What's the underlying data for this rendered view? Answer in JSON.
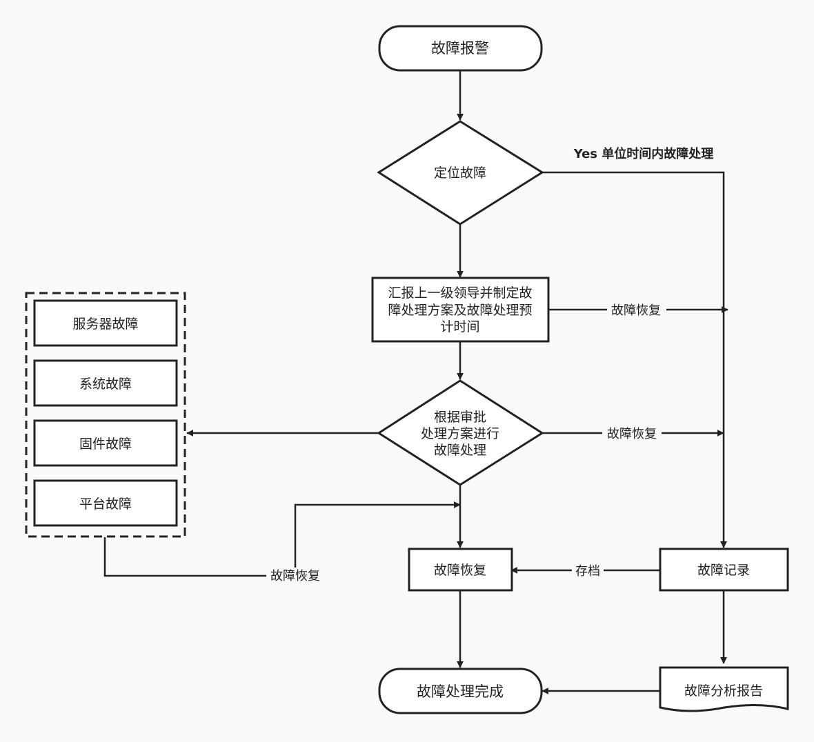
{
  "nodes": {
    "fault_alarm": "故障报警",
    "locate_fault": "定位故障",
    "report_plan": [
      "汇报上一级领导并制定故",
      "障处理方案及故障处理预",
      "计时间"
    ],
    "process_by_plan": [
      "根据审批",
      "处理方案进行",
      "故障处理"
    ],
    "fault_recovery": "故障恢复",
    "fault_record": "故障记录",
    "fault_complete": "故障处理完成",
    "fault_report": "故障分析报告"
  },
  "fault_types": [
    "服务器故障",
    "系统故障",
    "固件故障",
    "平台故障"
  ],
  "edge_labels": {
    "yes_in_time": "Yes 单位时间内故障处理",
    "recovery_1": "故障恢复",
    "recovery_2": "故障恢复",
    "recovery_3": "故障恢复",
    "archive": "存档"
  },
  "colors": {
    "background": "#f9f9f9",
    "stroke": "#222222",
    "fill": "#ffffff"
  }
}
